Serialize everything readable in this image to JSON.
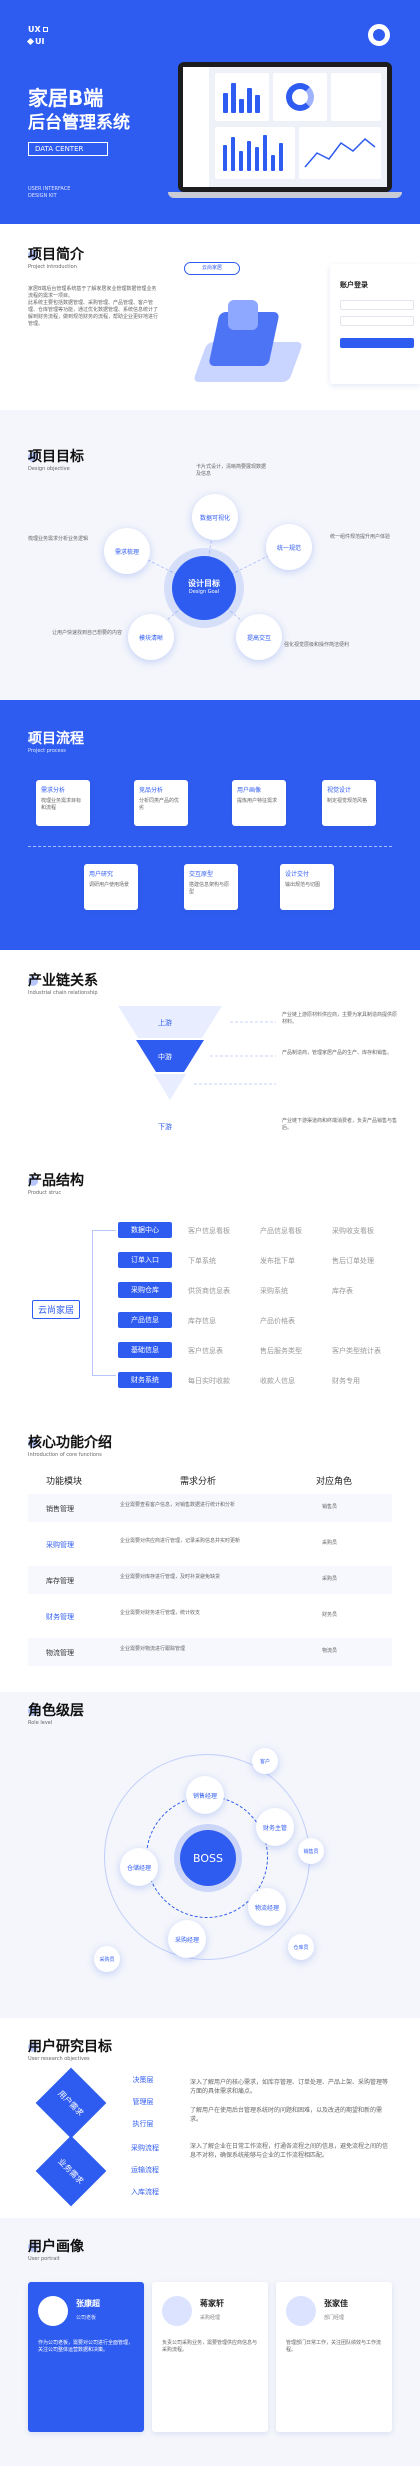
{
  "hero": {
    "brand1": "UX",
    "brand2": "UI",
    "title1": "家居B端",
    "title2": "后台管理系统",
    "badge": "DATA CENTER",
    "caption1": "USER INTERFACE",
    "caption2": "DESIGN KIT"
  },
  "intro": {
    "title": "项目简介",
    "subtitle": "Project introduction",
    "body": "家居B端后台管理系统基于了解家居家业管理数据管理业务流程的需求一项目。\n此系统主要包括数据管理、采购管理、产品管理、客户管理、仓库管理等功能，通过优化数据管理、系统信息统计了解到财务流程，做到规范财务的流程，帮助企业更好地进行管理。",
    "logo": "云尚家居",
    "login_title": "账户登录"
  },
  "goal": {
    "title": "项目目标",
    "subtitle": "Design objective",
    "center1": "设计目标",
    "center2": "Design Goal",
    "nodes": [
      "数据可视化",
      "统一规范",
      "提高交互",
      "模块清晰",
      "需求梳理"
    ],
    "notes": [
      "卡片式设计，清晰简要展现数据及信息",
      "统一组件规范提升用户体验",
      "强化视觉层级和操作简洁便利",
      "让用户快速找到自己想要的内容",
      "梳理业务需求分析业务逻辑"
    ]
  },
  "flow": {
    "title": "项目流程",
    "subtitle": "Project process",
    "top": [
      {
        "h": "需求分析",
        "b": "梳理业务需求目标和流程"
      },
      {
        "h": "竞品分析",
        "b": "分析同类产品的优劣"
      },
      {
        "h": "用户画像",
        "b": "提炼用户特征需求"
      },
      {
        "h": "视觉设计",
        "b": "制定视觉规范风格"
      }
    ],
    "bottom": [
      {
        "h": "用户研究",
        "b": "调研用户使用场景"
      },
      {
        "h": "交互原型",
        "b": "搭建信息架构与原型"
      },
      {
        "h": "设计交付",
        "b": "输出规范与切图"
      }
    ]
  },
  "chain": {
    "title": "产业链关系",
    "subtitle": "Industrial chain relationship",
    "levels": [
      "上游",
      "中游",
      "下游"
    ],
    "notes": [
      "产业链上游原材料供应商，主要为家具制造商提供原材料。",
      "产品制造商，管理家居产品的生产、库存和销售。",
      "产业链下游渠道商和终端消费者，负责产品销售与售后。"
    ]
  },
  "arch": {
    "title": "产品结构",
    "subtitle": "Product struc",
    "root": "云尚家居",
    "rows": [
      {
        "n": "数据中心",
        "items": [
          "客户信息看板",
          "产品信息看板",
          "采购收支看板"
        ]
      },
      {
        "n": "订单入口",
        "items": [
          "下单系统",
          "发布批下单",
          "售后订单处理"
        ]
      },
      {
        "n": "采购仓库",
        "items": [
          "供货商信息表",
          "采购系统",
          "库存表"
        ]
      },
      {
        "n": "产品信息",
        "items": [
          "库存信息",
          "产品价格表"
        ]
      },
      {
        "n": "基础信息",
        "items": [
          "客户信息表",
          "售后服务类型",
          "客户类型统计表"
        ]
      },
      {
        "n": "财务系统",
        "items": [
          "每日实时收款",
          "收款人信息",
          "财务专用"
        ]
      }
    ]
  },
  "core": {
    "title": "核心功能介绍",
    "subtitle": "Introduction of core functions",
    "headers": [
      "功能模块",
      "需求分析",
      "对应角色"
    ],
    "rows": [
      {
        "m": "销售管理",
        "d": "企业需要查看客户信息，对销售数据进行统计和分析",
        "r": "销售员"
      },
      {
        "m": "采购管理",
        "d": "企业需要对供应商进行管理，记录采购信息并实时更新",
        "r": "采购员"
      },
      {
        "m": "库存管理",
        "d": "企业需要对库存进行管理，及时补货避免缺货",
        "r": "采购员"
      },
      {
        "m": "财务管理",
        "d": "企业需要对财务进行管理，统计收支",
        "r": "财务员"
      },
      {
        "m": "物流管理",
        "d": "企业需要对物流进行跟踪管理",
        "r": "物流员"
      }
    ]
  },
  "roles": {
    "title": "角色级层",
    "subtitle": "Role level",
    "center": "BOSS",
    "inner": [
      "销售经理",
      "财务主管",
      "物流经理",
      "采购经理",
      "仓储经理"
    ],
    "outer": [
      "客户",
      "销售员",
      "仓库员",
      "采购员"
    ]
  },
  "research": {
    "title": "用户研究目标",
    "subtitle": "User research objectives",
    "g1": "用户需求",
    "g2": "业务需求",
    "t1": [
      "决策层",
      "管理层",
      "执行层"
    ],
    "t2": [
      "采购流程",
      "运输流程",
      "入库流程"
    ],
    "p1": "深入了解用户的核心需求，如库存管理、订单处理、产品上架、采购管理等方面的具体需求和痛点。",
    "p2": "了解用户在使用后台管理系统时的问题和困难，以及改进的期望和新的需求。",
    "p3": "深入了解企业在日常工作流程，打通各流程之间的信息，避免流程之间的信息不对称，确保系统能够与企业的工作流程相匹配。"
  },
  "persona": {
    "title": "用户画像",
    "subtitle": "User portrait",
    "people": [
      {
        "n": "张康超",
        "r": "公司老板",
        "b": "作为公司老板，需要对公司进行全面管理，关注公司整体运营数据和决策。"
      },
      {
        "n": "蒋家轩",
        "r": "采购经理",
        "b": "负责公司采购业务，需要管理供应商信息与采购流程。"
      },
      {
        "n": "张家佳",
        "r": "部门经理",
        "b": "管理部门日常工作，关注团队绩效与工作流程。"
      }
    ]
  }
}
